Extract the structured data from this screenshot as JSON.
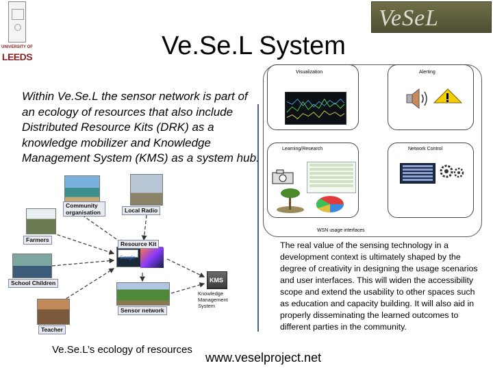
{
  "logos": {
    "leeds_uni": "UNIVERSITY OF",
    "leeds_word": "LEEDS",
    "vesel": "VeSeL"
  },
  "title": "Ve.Se.L System",
  "intro": "Within Ve.Se.L the sensor network is part of an ecology of resources that also include Distributed Resource Kits (DRK) as a knowledge mobilizer and Knowledge Management System (KMS) as a system hub.",
  "panel": {
    "visualization": "Visualization",
    "alerting": "Alerting",
    "learning": "Learning/Research",
    "network_control": "Network Control",
    "wsn": "WSN usage interfaces"
  },
  "diagram": {
    "community": "Community organisation",
    "local_radio": "Local Radio",
    "farmers": "Farmers",
    "resource_kit": "Resource Kit",
    "google": "Google",
    "school_children": "School Children",
    "kms": "KMS",
    "kms_desc": "Knowledge Management System",
    "sensor_network": "Sensor network",
    "teacher": "Teacher"
  },
  "real_value": "The real value of the sensing technology in a development context is ultimately shaped by the degree of creativity in designing the usage scenarios and user interfaces. This will widen the accessibility scope and extend the usability to other spaces such as education and capacity building. It will also aid in properly disseminating the learned outcomes to different parties in the community.",
  "caption": "Ve.Se.L’s ecology of resources",
  "url": "www.veselproject.net",
  "colors": {
    "divider": "#4a5f8a",
    "leeds": "#8a1c1c",
    "vesel_bg": "#5c5d3c"
  }
}
